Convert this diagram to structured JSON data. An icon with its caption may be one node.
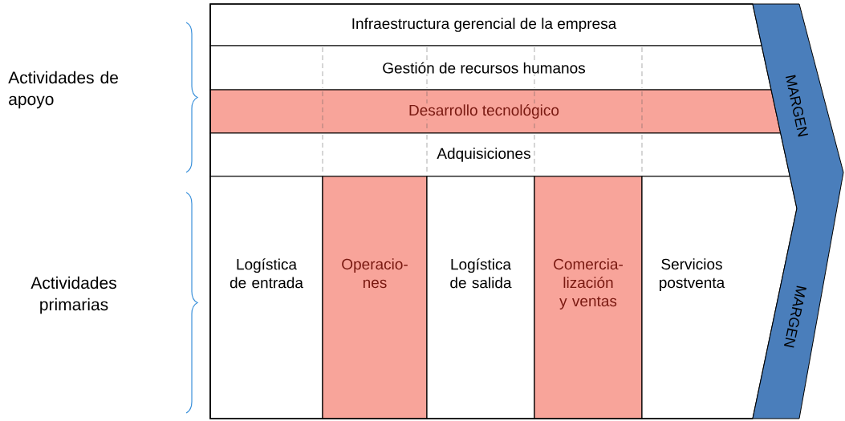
{
  "diagram": {
    "nodes": [
      {
        "text": [
          "Infraestructura gerencial de la empresa"
        ]
      },
      {
        "text": [
          "Gestión de recursos humanos"
        ]
      },
      {
        "text": [
          "Desarrollo tecnológico"
        ]
      },
      {
        "text": [
          "Adquisiciones"
        ]
      },
      {
        "text": [
          "Logística de entrada"
        ]
      },
      {
        "text": [
          "Operacio- nes"
        ]
      },
      {
        "text": [
          "Logística de salida"
        ]
      },
      {
        "text": [
          "Comercia- lización y ventas"
        ]
      },
      {
        "text": [
          "Servicios postventa"
        ]
      },
      {
        "text": [
          "MARGEN",
          "MARGEN"
        ]
      }
    ],
    "labels": [
      "Actividades de apoyo",
      "Actividades primarias"
    ]
  }
}
